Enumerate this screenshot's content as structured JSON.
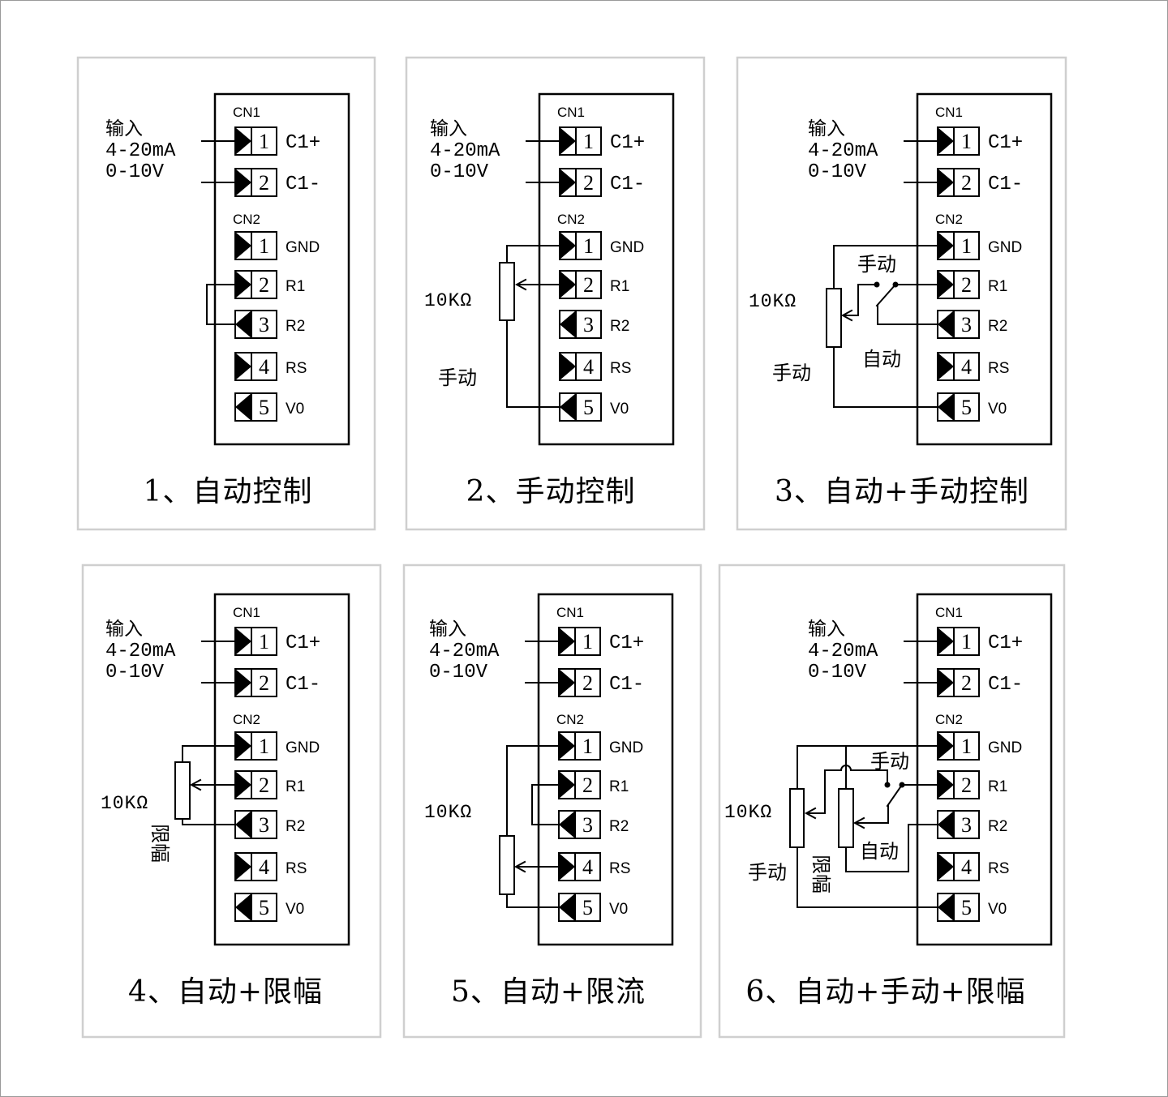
{
  "input_label": {
    "title": "输入",
    "current_range": "4-20mA",
    "voltage_range": "0-10V"
  },
  "terminal_block": {
    "cn1": {
      "label": "CN1",
      "terminals": [
        {
          "number": "1",
          "label": "C1+",
          "pointer": "right"
        },
        {
          "number": "2",
          "label": "C1-",
          "pointer": "right"
        }
      ]
    },
    "cn2": {
      "label": "CN2",
      "terminals": [
        {
          "number": "1",
          "label": "GND",
          "pointer": "right"
        },
        {
          "number": "2",
          "label": "R1",
          "pointer": "right"
        },
        {
          "number": "3",
          "label": "R2",
          "pointer": "left"
        },
        {
          "number": "4",
          "label": "RS",
          "pointer": "right"
        },
        {
          "number": "5",
          "label": "V0",
          "pointer": "left"
        }
      ]
    }
  },
  "panels": [
    {
      "caption": "1、自动控制"
    },
    {
      "caption": "2、手动控制",
      "resistor": "10KΩ",
      "pot_label": "手动"
    },
    {
      "caption": "3、自动+手动控制",
      "resistor": "10KΩ",
      "pot_label": "手动",
      "switch_manual": "手动",
      "switch_auto": "自动"
    },
    {
      "caption": "4、自动+限幅",
      "resistor": "10KΩ",
      "limit_label": "限幅"
    },
    {
      "caption": "5、自动+限流",
      "resistor": "10KΩ"
    },
    {
      "caption": "6、自动+手动+限幅",
      "resistor": "10KΩ",
      "pot_label": "手动",
      "switch_manual": "手动",
      "switch_auto": "自动",
      "limit_label": "限幅"
    }
  ]
}
